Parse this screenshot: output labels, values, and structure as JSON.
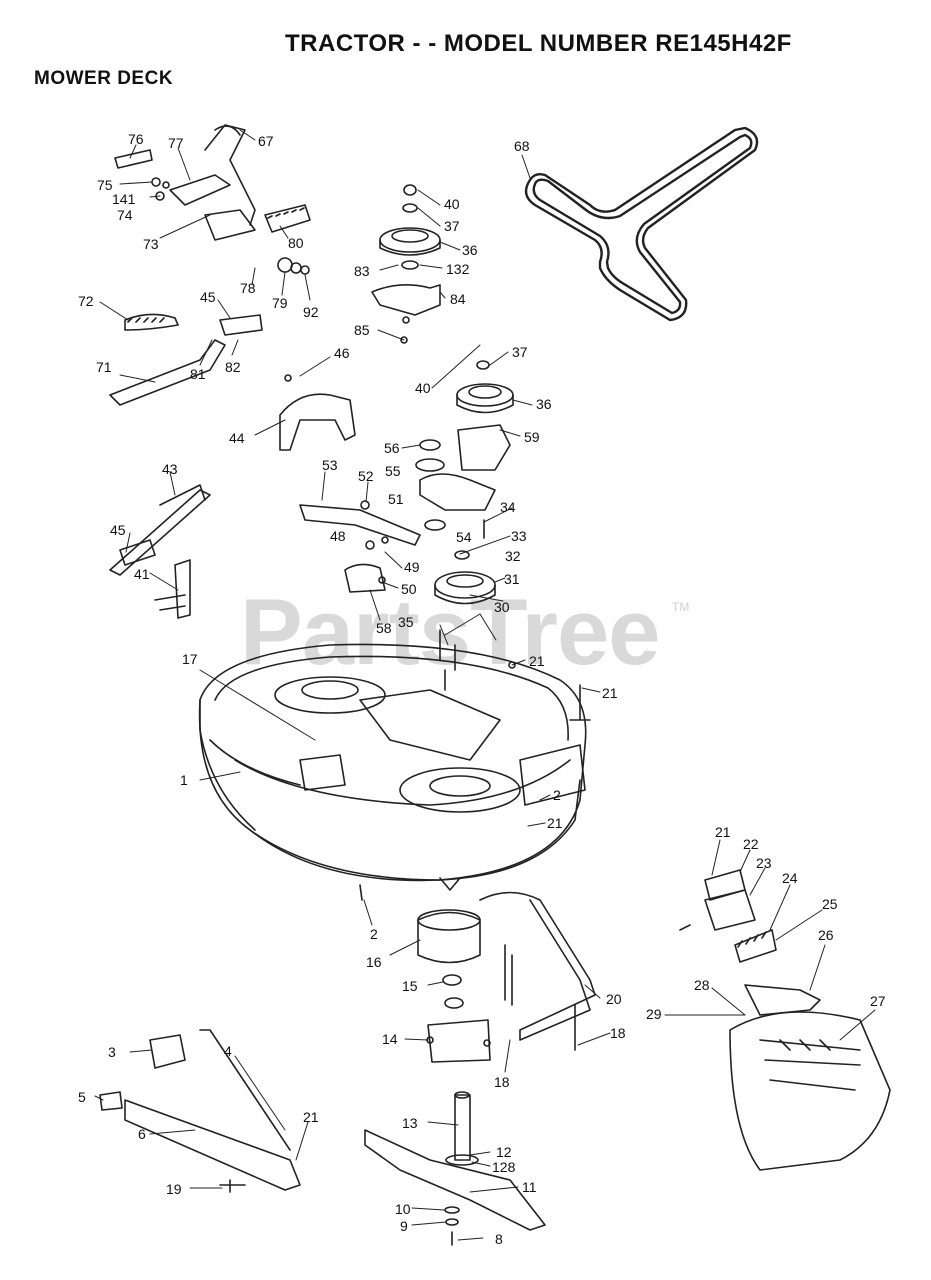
{
  "header": {
    "title": "TRACTOR - - MODEL NUMBER RE145H42F",
    "section": "MOWER DECK"
  },
  "watermark": {
    "text": "PartsTree",
    "mark": "TM"
  },
  "callouts": [
    {
      "id": "c76",
      "text": "76"
    },
    {
      "id": "c77",
      "text": "77"
    },
    {
      "id": "c67",
      "text": "67"
    },
    {
      "id": "c75",
      "text": "75"
    },
    {
      "id": "c141",
      "text": "141"
    },
    {
      "id": "c74",
      "text": "74"
    },
    {
      "id": "c80",
      "text": "80"
    },
    {
      "id": "c73",
      "text": "73"
    },
    {
      "id": "c78",
      "text": "78"
    },
    {
      "id": "c79",
      "text": "79"
    },
    {
      "id": "c92",
      "text": "92"
    },
    {
      "id": "c72",
      "text": "72"
    },
    {
      "id": "c45a",
      "text": "45"
    },
    {
      "id": "c81",
      "text": "81"
    },
    {
      "id": "c82",
      "text": "82"
    },
    {
      "id": "c71",
      "text": "71"
    },
    {
      "id": "c46",
      "text": "46"
    },
    {
      "id": "c44",
      "text": "44"
    },
    {
      "id": "c68",
      "text": "68"
    },
    {
      "id": "c40a",
      "text": "40"
    },
    {
      "id": "c37a",
      "text": "37"
    },
    {
      "id": "c36a",
      "text": "36"
    },
    {
      "id": "c83",
      "text": "83"
    },
    {
      "id": "c132",
      "text": "132"
    },
    {
      "id": "c84",
      "text": "84"
    },
    {
      "id": "c85",
      "text": "85"
    },
    {
      "id": "c37b",
      "text": "37"
    },
    {
      "id": "c40b",
      "text": "40"
    },
    {
      "id": "c36b",
      "text": "36"
    },
    {
      "id": "c56",
      "text": "56"
    },
    {
      "id": "c59",
      "text": "59"
    },
    {
      "id": "c55",
      "text": "55"
    },
    {
      "id": "c53",
      "text": "53"
    },
    {
      "id": "c52",
      "text": "52"
    },
    {
      "id": "c51",
      "text": "51"
    },
    {
      "id": "c34",
      "text": "34"
    },
    {
      "id": "c43",
      "text": "43"
    },
    {
      "id": "c54",
      "text": "54"
    },
    {
      "id": "c48",
      "text": "48"
    },
    {
      "id": "c33",
      "text": "33"
    },
    {
      "id": "c49",
      "text": "49"
    },
    {
      "id": "c32",
      "text": "32"
    },
    {
      "id": "c45b",
      "text": "45"
    },
    {
      "id": "c31",
      "text": "31"
    },
    {
      "id": "c41",
      "text": "41"
    },
    {
      "id": "c50",
      "text": "50"
    },
    {
      "id": "c30",
      "text": "30"
    },
    {
      "id": "c35",
      "text": "35"
    },
    {
      "id": "c58",
      "text": "58"
    },
    {
      "id": "c17",
      "text": "17"
    },
    {
      "id": "c21a",
      "text": "21"
    },
    {
      "id": "c21b",
      "text": "21"
    },
    {
      "id": "c1",
      "text": "1"
    },
    {
      "id": "c2a",
      "text": "2"
    },
    {
      "id": "c21c",
      "text": "21"
    },
    {
      "id": "c21d",
      "text": "21"
    },
    {
      "id": "c22",
      "text": "22"
    },
    {
      "id": "c23",
      "text": "23"
    },
    {
      "id": "c24",
      "text": "24"
    },
    {
      "id": "c25",
      "text": "25"
    },
    {
      "id": "c26",
      "text": "26"
    },
    {
      "id": "c2b",
      "text": "2"
    },
    {
      "id": "c16",
      "text": "16"
    },
    {
      "id": "c27",
      "text": "27"
    },
    {
      "id": "c15",
      "text": "15"
    },
    {
      "id": "c28",
      "text": "28"
    },
    {
      "id": "c20",
      "text": "20"
    },
    {
      "id": "c29",
      "text": "29"
    },
    {
      "id": "c14",
      "text": "14"
    },
    {
      "id": "c18a",
      "text": "18"
    },
    {
      "id": "c3",
      "text": "3"
    },
    {
      "id": "c4",
      "text": "4"
    },
    {
      "id": "c18b",
      "text": "18"
    },
    {
      "id": "c5",
      "text": "5"
    },
    {
      "id": "c21e",
      "text": "21"
    },
    {
      "id": "c6",
      "text": "6"
    },
    {
      "id": "c13",
      "text": "13"
    },
    {
      "id": "c12",
      "text": "12"
    },
    {
      "id": "c128",
      "text": "128"
    },
    {
      "id": "c19",
      "text": "19"
    },
    {
      "id": "c11",
      "text": "11"
    },
    {
      "id": "c10",
      "text": "10"
    },
    {
      "id": "c9",
      "text": "9"
    },
    {
      "id": "c8",
      "text": "8"
    }
  ]
}
